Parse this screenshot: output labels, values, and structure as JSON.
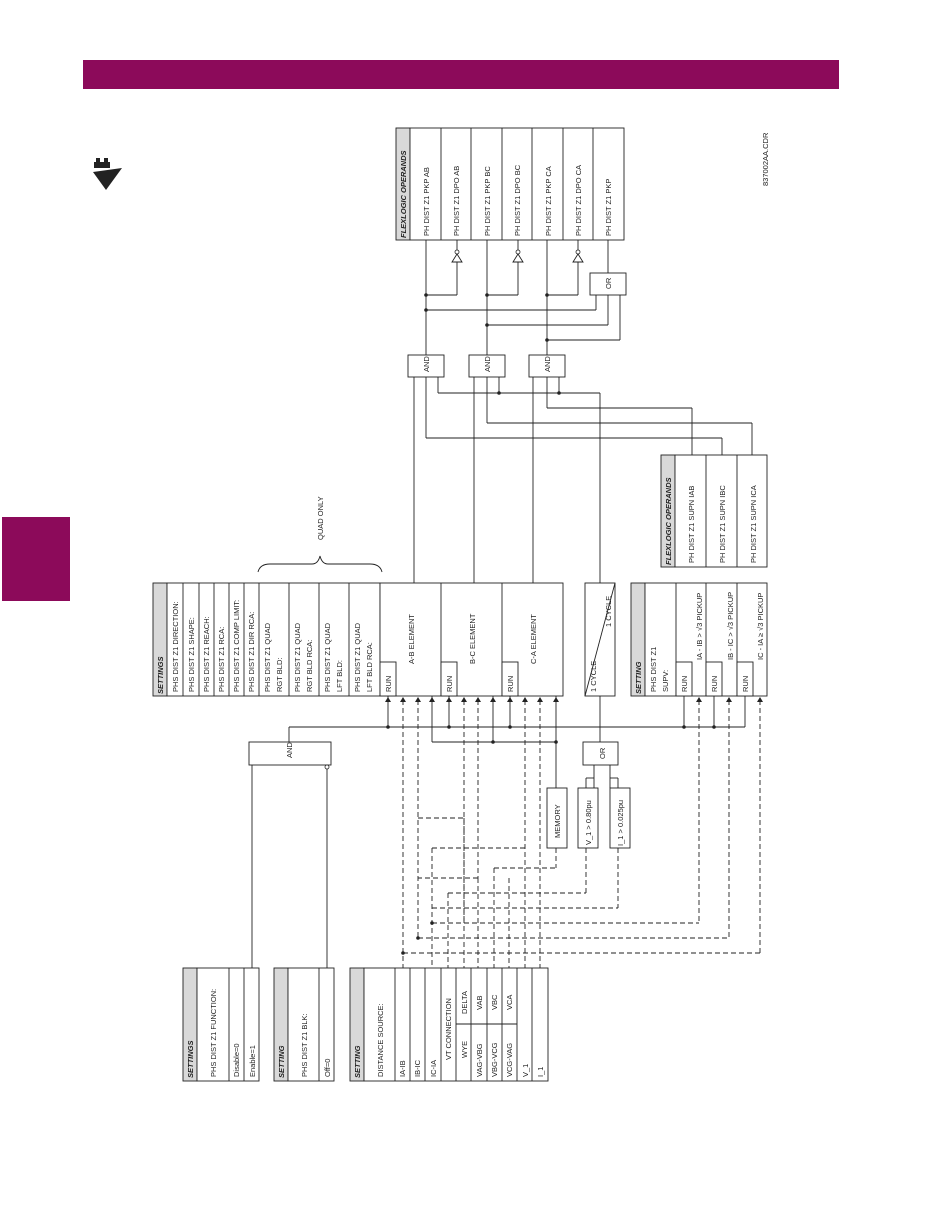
{
  "drawing_code": "837002AA.CDR",
  "top_operands": {
    "header": "FLEXLOGIC OPERANDS",
    "items": [
      "PH DIST Z1 PKP AB",
      "PH DIST Z1 DPO AB",
      "PH DIST Z1 PKP BC",
      "PH DIST Z1 DPO BC",
      "PH DIST Z1 PKP CA",
      "PH DIST Z1 DPO CA",
      "PH DIST Z1 PKP"
    ]
  },
  "supn_operands": {
    "header": "FLEXLOGIC OPERANDS",
    "items": [
      "PH DIST Z1 SUPN IAB",
      "PH DIST Z1 SUPN IBC",
      "PH DIST Z1 SUPN ICA"
    ]
  },
  "gates": {
    "and_label": "AND",
    "or_label": "OR"
  },
  "quad_only": "QUAD ONLY",
  "main_settings": {
    "header": "SETTINGS",
    "items": [
      "PHS DIST Z1 DIRECTION:",
      "PHS DIST Z1 SHAPE:",
      "PHS DIST Z1 REACH:",
      "PHS DIST Z1 RCA:",
      "PHS DIST Z1 COMP LIMIT:",
      "PHS DIST Z1 DIR RCA:"
    ],
    "quad_items": [
      [
        "PHS DIST Z1 QUAD",
        "RGT BLD:"
      ],
      [
        "PHS DIST Z1 QUAD",
        "RGT BLD RCA:"
      ],
      [
        "PHS DIST Z1 QUAD",
        "LFT BLD:"
      ],
      [
        "PHS DIST Z1 QUAD",
        "LFT BLD RCA:"
      ]
    ]
  },
  "elements": {
    "run": "RUN",
    "ab": "A-B ELEMENT",
    "bc": "B-C ELEMENT",
    "ca": "C-A ELEMENT"
  },
  "timer": {
    "pickup": "1 CYCLE",
    "dropout": "1 CYCLE"
  },
  "supv": {
    "header": "SETTING",
    "title_lines": [
      "PHS DIST Z1",
      "SUPV:"
    ],
    "run": "RUN",
    "rows": [
      {
        "pre": "IA - IB",
        "post": "PICKUP"
      },
      {
        "pre": "IB - IC",
        "post": "PICKUP"
      },
      {
        "pre": "IC - IA",
        "post": "PICKUP"
      }
    ]
  },
  "memory": "MEMORY",
  "v1_cond": "V_1 > 0.80pu",
  "i1_cond": "I_1 > 0.025pu",
  "function_settings": {
    "header": "SETTINGS",
    "title": "PHS DIST Z1 FUNCTION:",
    "options": [
      "Disable=0",
      "Enable=1"
    ]
  },
  "blk_settings": {
    "header": "SETTING",
    "title": "PHS DIST Z1 BLK:",
    "options": [
      "Off=0"
    ]
  },
  "source_settings": {
    "header": "SETTING",
    "title": "DISTANCE SOURCE:",
    "currents": [
      "IA-IB",
      "IB-IC",
      "IC-IA"
    ],
    "vt_connection": "VT CONNECTION",
    "wye": "WYE",
    "delta": "DELTA",
    "voltages": [
      [
        "VAG-VBG",
        "VAB"
      ],
      [
        "VBG-VCG",
        "VBC"
      ],
      [
        "VCG-VAG",
        "VCA"
      ]
    ],
    "extras": [
      "V_1",
      "I_1"
    ]
  }
}
